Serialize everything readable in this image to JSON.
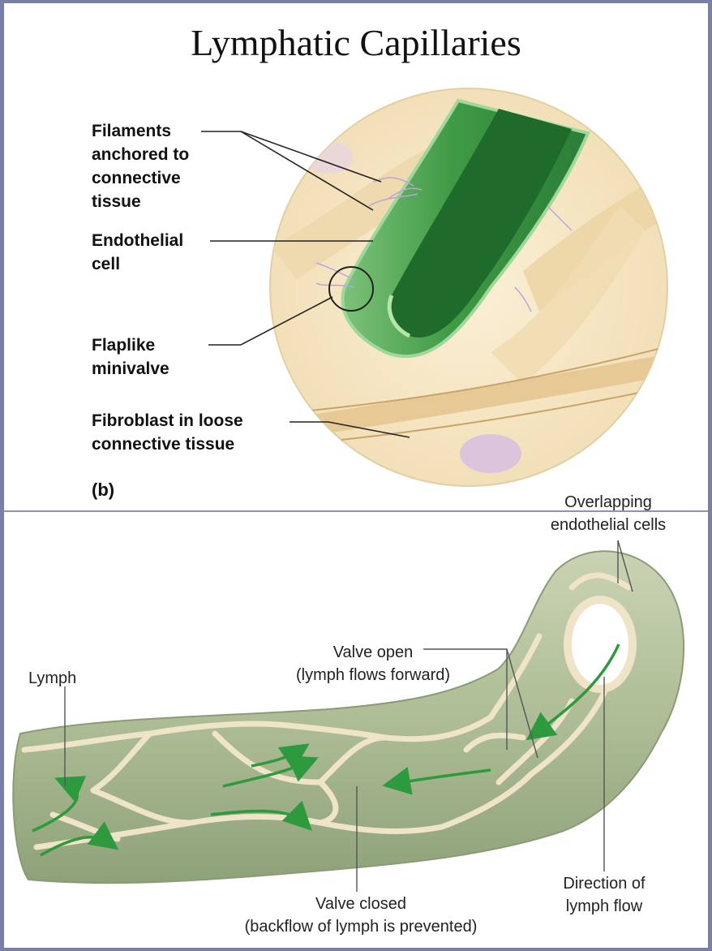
{
  "title": "Lymphatic Capillaries",
  "panel_b": {
    "label": "(b)",
    "callouts": {
      "filaments": [
        "Filaments",
        "anchored to",
        "connective",
        "tissue"
      ],
      "endothelial": [
        "Endothelial",
        "cell"
      ],
      "minivalve": [
        "Flaplike",
        "minivalve"
      ],
      "fibroblast": [
        "Fibroblast in loose",
        "connective tissue"
      ]
    }
  },
  "panel_a": {
    "callouts": {
      "overlapping": [
        "Overlapping",
        "endothelial cells"
      ],
      "lymph": "Lymph",
      "valve_open": [
        "Valve open",
        "(lymph flows forward)"
      ],
      "direction": [
        "Direction of",
        "lymph flow"
      ],
      "valve_closed": [
        "Valve closed",
        "(backflow of lymph is prevented)"
      ]
    }
  },
  "colors": {
    "background_frame": "#7a7fa6",
    "circle_tissue": "#f5e6c4",
    "capillary_green": "#3f9a45",
    "capillary_dark": "#1e6b2c",
    "vessel_gray_green": "#b7c3a1",
    "cell_border": "#efe3c8",
    "arrow_green": "#2e9a3e",
    "fibroblast_purple": "#dcc4dc"
  }
}
